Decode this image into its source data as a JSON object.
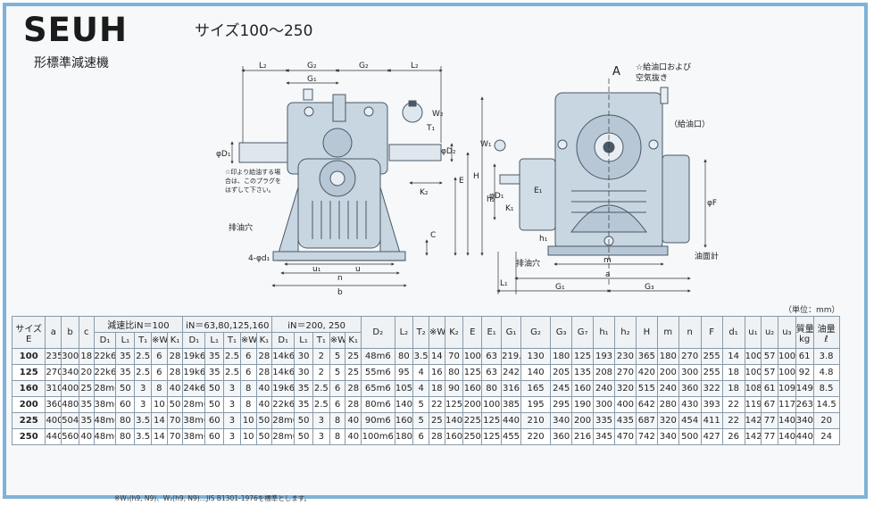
{
  "header": {
    "model": "SEUH",
    "type_label": "形標準減速機",
    "size_range": "サイズ100～250"
  },
  "drawing": {
    "labels": {
      "L2_left": "L₂",
      "G2_left": "G₂",
      "G2_right": "G₂",
      "L2_right": "L₂",
      "G1": "G₁",
      "T1": "T₁",
      "W2": "W₂",
      "W1": "W₁",
      "phiD1": "φD₁",
      "phiD2": "φD₂",
      "H": "H",
      "E": "E",
      "h2": "h₂",
      "K2": "K₂",
      "C": "C",
      "u1": "u₁",
      "u2": "u",
      "n": "n",
      "b": "b",
      "drain_left": "排油穴",
      "bolt_holes": "4-φd₁",
      "note1": "☆印より給油する場",
      "note2": "合は、このプラグを",
      "note3": "はずして下さい。",
      "view_a": "A",
      "vent1": "☆給油口および",
      "vent2": "空気抜き",
      "oil_inlet": "（給油口）",
      "phiD1_side": "φD₁",
      "K1": "K₁",
      "E1": "E₁",
      "h1": "h₁",
      "phiF": "φF",
      "drain_right": "排油穴",
      "oil_gauge": "油面計",
      "m": "m",
      "a": "a",
      "L1": "L₁",
      "G1_side": "G₁",
      "G3": "G₃"
    }
  },
  "unit_note": "（単位：mm）",
  "table": {
    "top_headers": {
      "size": "サイズ",
      "size_unit": "E",
      "ratio100": "減速比iN＝100",
      "ratio63": "iN＝63,80,125,160",
      "ratio200": "iN＝200, 250",
      "weight": "質量",
      "weight_unit": "kg",
      "oil": "油量",
      "oil_unit": "ℓ"
    },
    "columns": [
      "a",
      "b",
      "c",
      "D₁",
      "L₁",
      "T₁",
      "※W₁",
      "K₁",
      "D₁",
      "L₁",
      "T₁",
      "※W₁",
      "K₁",
      "D₁",
      "L₁",
      "T₁",
      "※W₁",
      "K₁",
      "D₂",
      "L₂",
      "T₂",
      "※W₂",
      "K₂",
      "E",
      "E₁",
      "G₁",
      "G₂",
      "G₃",
      "G₇",
      "h₁",
      "h₂",
      "H",
      "m",
      "n",
      "F",
      "d₁",
      "u₁",
      "u₂",
      "u₃"
    ],
    "rows": [
      {
        "size": "100",
        "cells": [
          "235",
          "300",
          "18",
          "22k6",
          "35",
          "2.5",
          "6",
          "28",
          "19k6",
          "35",
          "2.5",
          "6",
          "28",
          "14k6",
          "30",
          "2",
          "5",
          "25",
          "48m6",
          "80",
          "3.5",
          "14",
          "70",
          "100",
          "63",
          "219.5",
          "130",
          "180",
          "125",
          "193",
          "230",
          "365",
          "180",
          "270",
          "255",
          "14",
          "100",
          "57",
          "100",
          "61",
          "3.8"
        ]
      },
      {
        "size": "125",
        "cells": [
          "270",
          "340",
          "20",
          "22k6",
          "35",
          "2.5",
          "6",
          "28",
          "19k6",
          "35",
          "2.5",
          "6",
          "28",
          "14k6",
          "30",
          "2",
          "5",
          "25",
          "55m6",
          "95",
          "4",
          "16",
          "80",
          "125",
          "63",
          "242",
          "140",
          "205",
          "135",
          "208",
          "270",
          "420",
          "200",
          "300",
          "255",
          "18",
          "100",
          "57",
          "100",
          "92",
          "4.8"
        ]
      },
      {
        "size": "160",
        "cells": [
          "310",
          "400",
          "25",
          "28m6",
          "50",
          "3",
          "8",
          "40",
          "24k6",
          "50",
          "3",
          "8",
          "40",
          "19k6",
          "35",
          "2.5",
          "6",
          "28",
          "65m6",
          "105",
          "4",
          "18",
          "90",
          "160",
          "80",
          "316",
          "165",
          "245",
          "160",
          "240",
          "320",
          "515",
          "240",
          "360",
          "322",
          "18",
          "108",
          "61",
          "109",
          "149",
          "8.5"
        ]
      },
      {
        "size": "200",
        "cells": [
          "360",
          "480",
          "35",
          "38m6",
          "60",
          "3",
          "10",
          "50",
          "28m6",
          "50",
          "3",
          "8",
          "40",
          "22k6",
          "35",
          "2.5",
          "6",
          "28",
          "80m6",
          "140",
          "5",
          "22",
          "125",
          "200",
          "100",
          "385",
          "195",
          "295",
          "190",
          "300",
          "400",
          "642",
          "280",
          "430",
          "393",
          "22",
          "119",
          "67",
          "117",
          "263",
          "14.5"
        ]
      },
      {
        "size": "225",
        "cells": [
          "400",
          "504",
          "35",
          "48m6",
          "80",
          "3.5",
          "14",
          "70",
          "38m6",
          "60",
          "3",
          "10",
          "50",
          "28m6",
          "50",
          "3",
          "8",
          "40",
          "90m6",
          "160",
          "5",
          "25",
          "140",
          "225",
          "125",
          "440",
          "210",
          "340",
          "200",
          "335",
          "435",
          "687",
          "320",
          "454",
          "411",
          "22",
          "142",
          "77",
          "140",
          "340",
          "20"
        ]
      },
      {
        "size": "250",
        "cells": [
          "440",
          "560",
          "40",
          "48m6",
          "80",
          "3.5",
          "14",
          "70",
          "38m6",
          "60",
          "3",
          "10",
          "50",
          "28m6",
          "50",
          "3",
          "8",
          "40",
          "100m6",
          "180",
          "6",
          "28",
          "160",
          "250",
          "125",
          "455",
          "220",
          "360",
          "216",
          "345",
          "470",
          "742",
          "340",
          "500",
          "427",
          "26",
          "142",
          "77",
          "140",
          "440",
          "24"
        ]
      }
    ]
  },
  "footnote": "※W₁(h9, N9)、W₂(h9, N9)…JIS B1301-1976を標準とします。",
  "colors": {
    "frame": "#7fb2d8",
    "body": "#c8d6e2",
    "outline": "#4a5866"
  }
}
